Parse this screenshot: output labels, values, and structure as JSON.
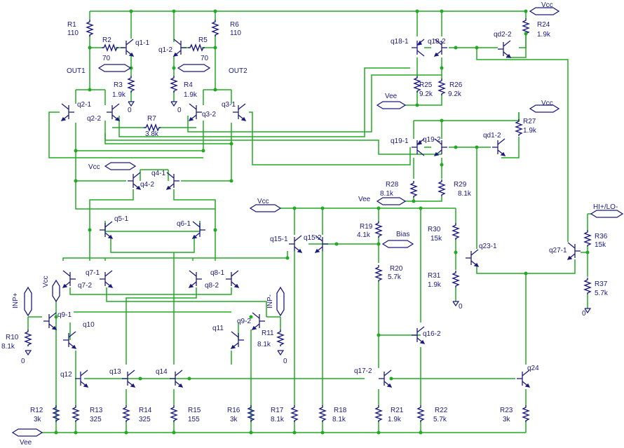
{
  "components": [
    {
      "id": "R1",
      "name": "R1",
      "value": "110"
    },
    {
      "id": "R2",
      "name": "R2",
      "value": "70"
    },
    {
      "id": "R3",
      "name": "R3",
      "value": "1.9k"
    },
    {
      "id": "R4",
      "name": "R4",
      "value": "1.9k"
    },
    {
      "id": "R5",
      "name": "R5",
      "value": "70"
    },
    {
      "id": "R6",
      "name": "R6",
      "value": "110"
    },
    {
      "id": "R7",
      "name": "R7",
      "value": "3.8k"
    },
    {
      "id": "R10",
      "name": "R10",
      "value": "8.1k"
    },
    {
      "id": "R11",
      "name": "R11",
      "value": "8.1k"
    },
    {
      "id": "R12",
      "name": "R12",
      "value": "3k"
    },
    {
      "id": "R13",
      "name": "R13",
      "value": "325"
    },
    {
      "id": "R14",
      "name": "R14",
      "value": "325"
    },
    {
      "id": "R15",
      "name": "R15",
      "value": "155"
    },
    {
      "id": "R16",
      "name": "R16",
      "value": "3k"
    },
    {
      "id": "R17",
      "name": "R17",
      "value": "8.1k"
    },
    {
      "id": "R18",
      "name": "R18",
      "value": "8.1k"
    },
    {
      "id": "R19",
      "name": "R19",
      "value": "4.1k"
    },
    {
      "id": "R20",
      "name": "R20",
      "value": "5.7k"
    },
    {
      "id": "R21",
      "name": "R21",
      "value": "1.9k"
    },
    {
      "id": "R22",
      "name": "R22",
      "value": "5.7k"
    },
    {
      "id": "R23",
      "name": "R23",
      "value": "3k"
    },
    {
      "id": "R24",
      "name": "R24",
      "value": "1.9k"
    },
    {
      "id": "R25",
      "name": "R25",
      "value": "9.2k"
    },
    {
      "id": "R26",
      "name": "R26",
      "value": "9.2k"
    },
    {
      "id": "R27",
      "name": "R27",
      "value": "1.9k"
    },
    {
      "id": "R28",
      "name": "R28",
      "value": "8.1k"
    },
    {
      "id": "R29",
      "name": "R29",
      "value": "8.1k"
    },
    {
      "id": "R30",
      "name": "R30",
      "value": "15k"
    },
    {
      "id": "R31",
      "name": "R31",
      "value": "1.9k"
    },
    {
      "id": "R36",
      "name": "R36",
      "value": "15k"
    },
    {
      "id": "R37",
      "name": "R37",
      "value": "5.7k"
    }
  ],
  "transistors": [
    "q1-1",
    "q1-2",
    "q2-1",
    "q2-2",
    "q3-1",
    "q3-2",
    "q4-1",
    "q4-2",
    "q5-1",
    "q6-1",
    "q7-1",
    "q7-2",
    "q8-1",
    "q8-2",
    "q9-1",
    "q9-2",
    "q10",
    "q11",
    "q12",
    "q13",
    "q14",
    "q15-1",
    "q15-2",
    "q16-2",
    "q17-2",
    "q18-1",
    "q18-2",
    "q19-1",
    "q19-2",
    "q23-1",
    "q24",
    "q27-1",
    "qd1-2",
    "qd2-2"
  ],
  "nets": {
    "vcc": "Vcc",
    "vee": "Vee",
    "bias": "Bias",
    "out1": "OUT1",
    "out2": "OUT2",
    "inp_plus": "INP+",
    "inp_minus": "INP-",
    "hi_lo": "HI+/LO-",
    "ground": "0"
  },
  "colors": {
    "wire": "#22aa22",
    "component": "#1a1a80",
    "label": "#1a1a80",
    "background": "#ffffff"
  }
}
